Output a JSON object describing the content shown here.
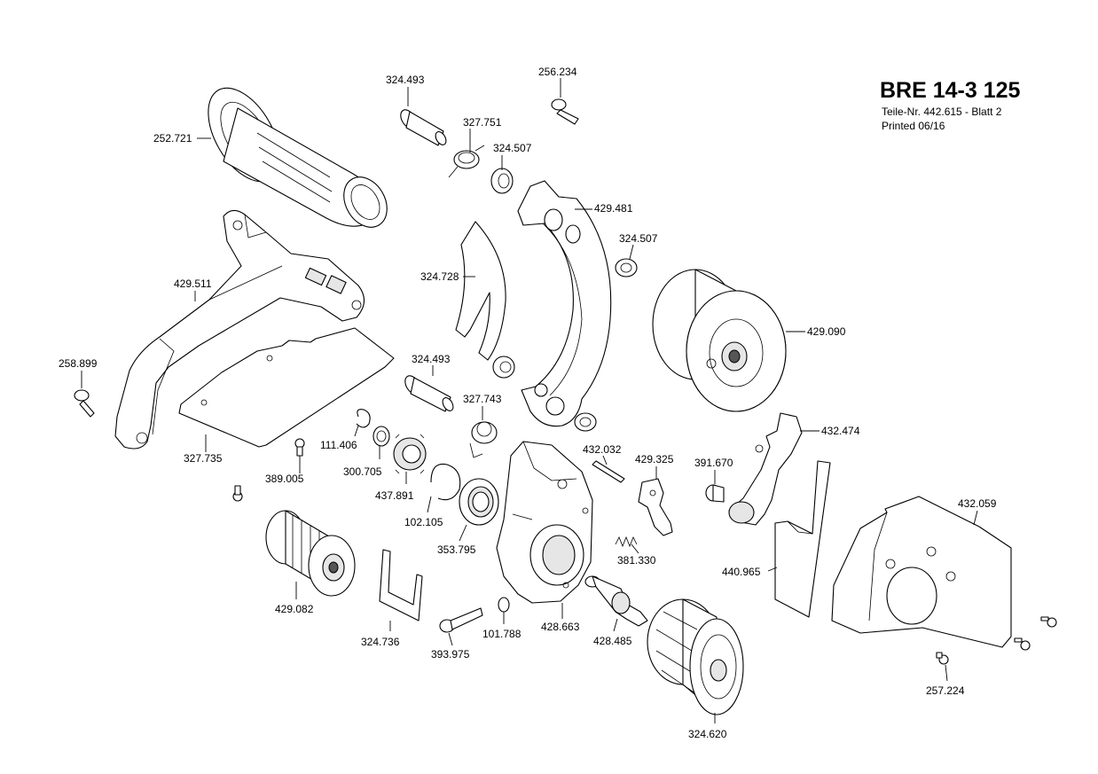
{
  "header": {
    "model": "BRE 14-3 125",
    "part_line": "Teile-Nr. 442.615 - Blatt 2",
    "printed": "Printed  06/16"
  },
  "labels": {
    "l252721": "252.721",
    "l324493a": "324.493",
    "l256234": "256.234",
    "l327751": "327.751",
    "l324507a": "324.507",
    "l429481": "429.481",
    "l324507b": "324.507",
    "l324728": "324.728",
    "l429511": "429.511",
    "l429090": "429.090",
    "l258899": "258.899",
    "l324493b": "324.493",
    "l327743": "327.743",
    "l432474": "432.474",
    "l111406": "111.406",
    "l327735": "327.735",
    "l300705": "300.705",
    "l389005": "389.005",
    "l432032": "432.032",
    "l429325": "429.325",
    "l391670": "391.670",
    "l437891": "437.891",
    "l102105": "102.105",
    "l432059": "432.059",
    "l353795": "353.795",
    "l381330": "381.330",
    "l440965": "440.965",
    "l429082": "429.082",
    "l324736": "324.736",
    "l101788": "101.788",
    "l428663": "428.663",
    "l428485": "428.485",
    "l393975": "393.975",
    "l257224": "257.224",
    "l324620": "324.620"
  }
}
